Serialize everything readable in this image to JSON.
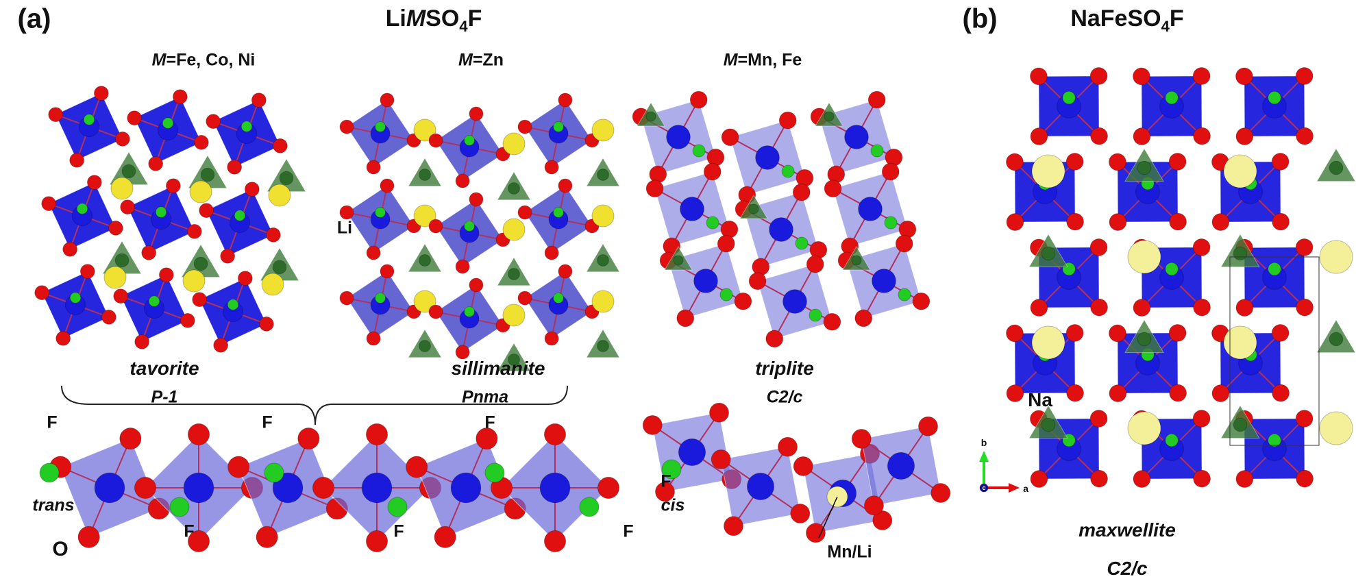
{
  "panel_a": {
    "label": "(a)",
    "title": {
      "prefix": "Li",
      "metal": "M",
      "mid": "SO",
      "subscript": "4",
      "suffix": "F"
    },
    "columns": [
      {
        "metal": "M",
        "composition": "=Fe, Co, Ni",
        "structure": "tavorite",
        "space_group": "P-1"
      },
      {
        "metal": "M",
        "composition": "=Zn",
        "structure": "sillimanite",
        "space_group": "Pnma"
      },
      {
        "metal": "M",
        "composition": "=Mn, Fe",
        "structure": "triplite",
        "space_group": "C2/c"
      }
    ],
    "atom_labels": {
      "li": "Li",
      "f": "F",
      "o": "O",
      "trans": "trans",
      "cis": "cis",
      "mn_li": "Mn/Li"
    }
  },
  "panel_b": {
    "label": "(b)",
    "title": {
      "prefix": "NaFeSO",
      "subscript": "4",
      "suffix": "F"
    },
    "structure": "maxwellite",
    "space_group": "C2/c",
    "atom_labels": {
      "na": "Na"
    },
    "axes": {
      "b": "b",
      "a": "a",
      "c": "c"
    }
  },
  "colors": {
    "octahedron": "#1a1adc",
    "octahedron_light": "#6a6ad8",
    "tetrahedron": "#3f7a3a",
    "oxygen": "#e01010",
    "fluorine": "#22cc22",
    "lithium": "#f0e030",
    "sodium": "#f4f09a",
    "axis_a": "#e01010",
    "axis_b": "#22dd22",
    "axis_c": "#101090"
  }
}
